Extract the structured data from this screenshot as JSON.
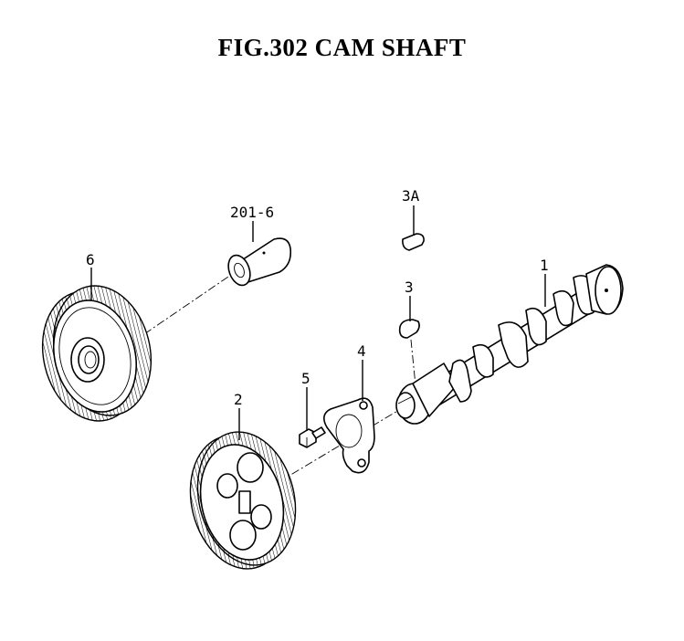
{
  "title": "FIG.302  CAM SHAFT",
  "callouts": {
    "p1": "1",
    "p2": "2",
    "p3": "3",
    "p3a": "3A",
    "p4": "4",
    "p5": "5",
    "p6": "6",
    "p201_6": "201-6"
  }
}
